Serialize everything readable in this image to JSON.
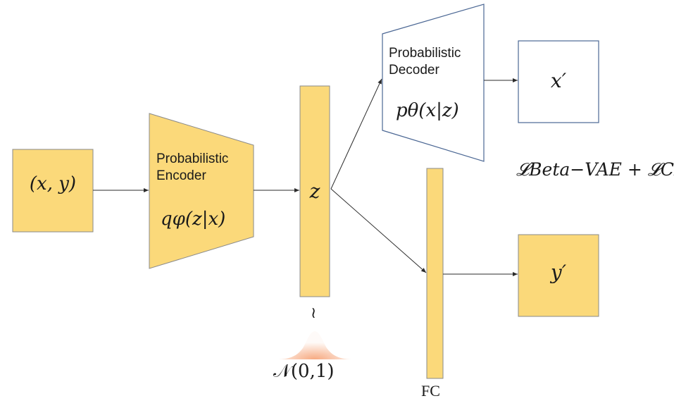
{
  "colors": {
    "box_fill": "#fbd97a",
    "box_stroke": "#8a8a8a",
    "decoder_stroke": "#4b6794",
    "arrow": "#2b2b2b",
    "gaussian": "#f6a57a"
  },
  "input": {
    "label": "(x, y)"
  },
  "encoder": {
    "title_line1": "Probabilistic",
    "title_line2": "Encoder",
    "formula": "qφ(z|x)"
  },
  "latent": {
    "label": "z",
    "tilde": "≀",
    "prior": "𝒩(0,1)"
  },
  "decoder": {
    "title_line1": "Probabilistic",
    "title_line2": "Decoder",
    "formula": "pθ(x|z)"
  },
  "outputs": {
    "x_prime": "x′",
    "y_prime": "y′"
  },
  "fc": {
    "label": "FC"
  },
  "loss": "𝓛Beta−VAE + 𝓛CE"
}
